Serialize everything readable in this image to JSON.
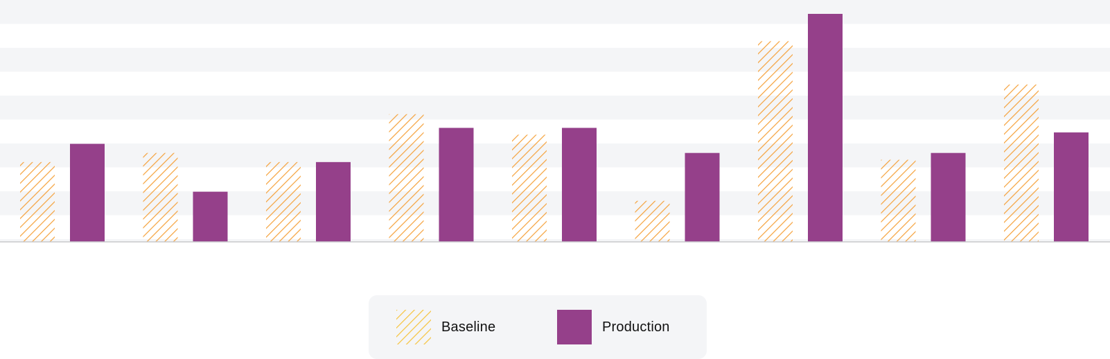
{
  "chart_data": {
    "type": "bar",
    "title": "",
    "xlabel": "",
    "ylabel": "",
    "categories": [
      "",
      "",
      "",
      "",
      "",
      "",
      "",
      "",
      ""
    ],
    "ylim": [
      0,
      10
    ],
    "grid": "alternating horizontal bands",
    "legend_position": "bottom-center",
    "series": [
      {
        "name": "Baseline",
        "values": [
          3.5,
          3.9,
          3.5,
          5.6,
          4.7,
          1.8,
          8.8,
          3.6,
          6.9
        ],
        "color": "#f5a13a",
        "pattern": "diagonal-hatch"
      },
      {
        "name": "Production",
        "values": [
          4.3,
          2.2,
          3.5,
          5.0,
          5.0,
          3.9,
          10.0,
          3.9,
          4.8
        ],
        "color": "#95408a",
        "pattern": "solid"
      }
    ]
  },
  "legend": {
    "items": [
      {
        "label": "Baseline"
      },
      {
        "label": "Production"
      }
    ]
  },
  "colors": {
    "band": "#f4f5f7",
    "axis": "#c8c9cc",
    "baseline": "#f5a13a",
    "baseline_legend": "#f6c33b",
    "production": "#95408a"
  }
}
